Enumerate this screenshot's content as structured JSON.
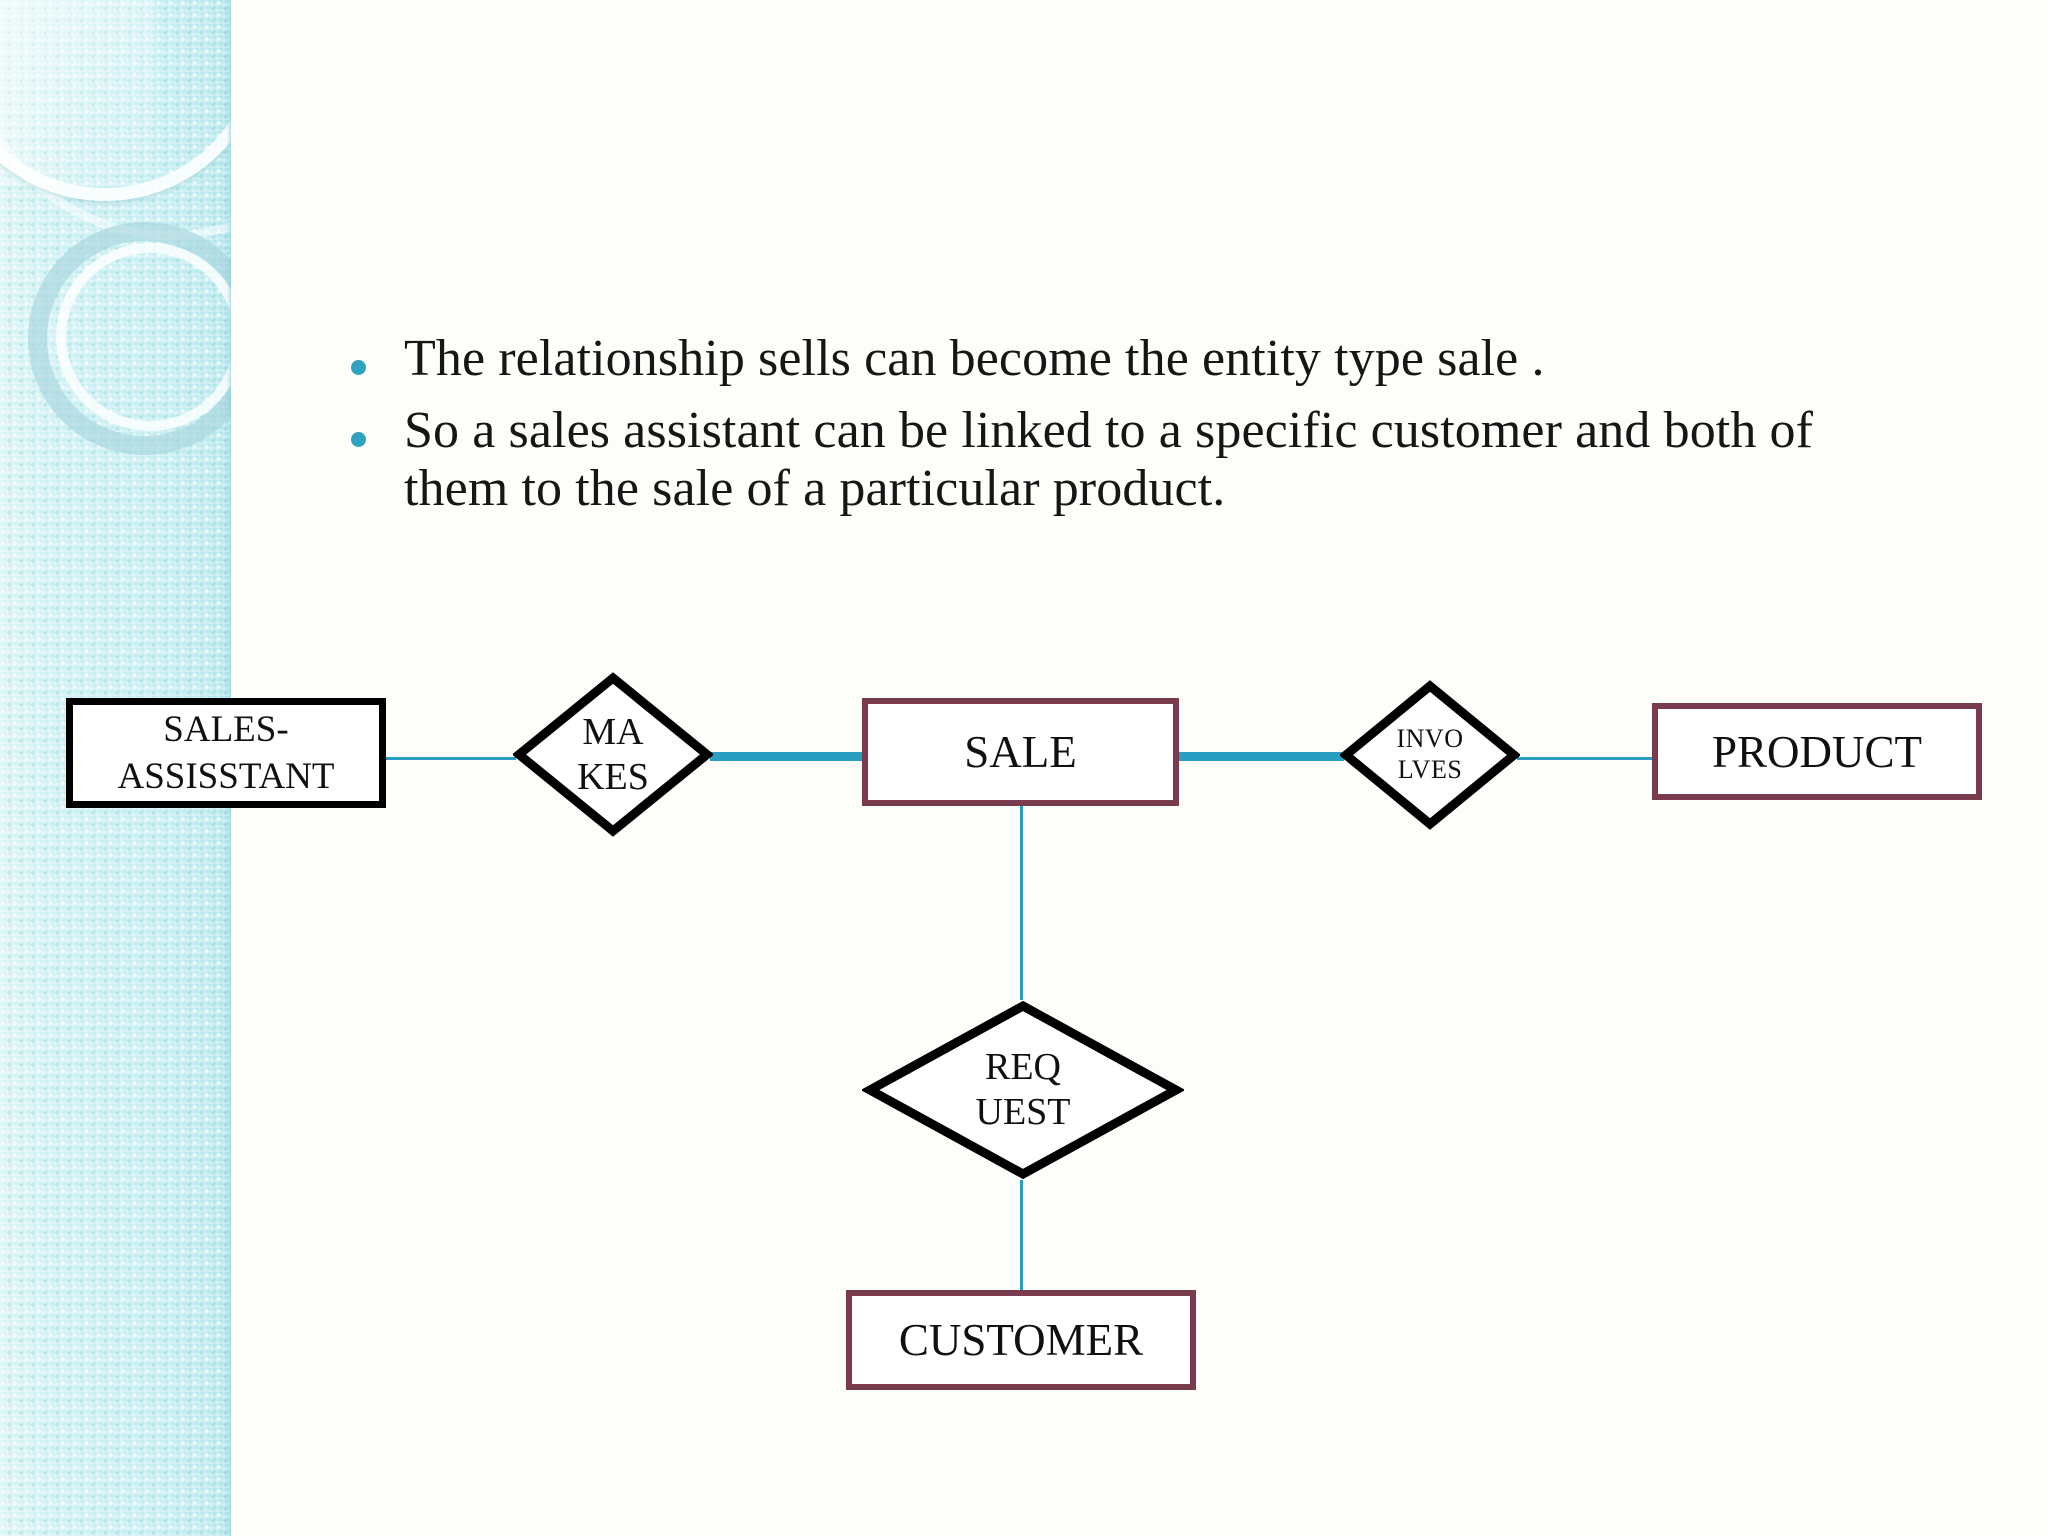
{
  "slide": {
    "background_color": "#fdfdfa",
    "sidebar": {
      "name": "decorative-sidebar",
      "base_color": "#c6eff2",
      "accent_color": "#a8d6dd"
    },
    "bullet_color": "#2FA3BD",
    "bullets": [
      "The relationship sells can become the entity type sale .",
      " So a sales assistant can be linked to a specific customer and both of them to the sale of a particular product."
    ]
  },
  "diagram": {
    "type": "entity-relationship",
    "edge_color": "#2A9EC0",
    "entity_black_border": "#000000",
    "entity_maroon_border": "#7B3B4E",
    "entities": [
      {
        "id": "sales-assisstant",
        "label_line1": "SALES-",
        "label_line2": "ASSISSTANT",
        "border": "black"
      },
      {
        "id": "sale",
        "label": "SALE",
        "border": "maroon"
      },
      {
        "id": "product",
        "label": "PRODUCT",
        "border": "maroon"
      },
      {
        "id": "customer",
        "label": "CUSTOMER",
        "border": "maroon"
      }
    ],
    "relationships": [
      {
        "id": "makes",
        "label_line1": "MA",
        "label_line2": "KES"
      },
      {
        "id": "involves",
        "label_line1": "INVO",
        "label_line2": "LVES"
      },
      {
        "id": "request",
        "label_line1": "REQ",
        "label_line2": "UEST"
      }
    ],
    "edges": [
      {
        "id": "sales-assisstant-to-makes",
        "from": "sales-assisstant",
        "to": "makes"
      },
      {
        "id": "makes-to-sale",
        "from": "makes",
        "to": "sale"
      },
      {
        "id": "sale-to-involves",
        "from": "sale",
        "to": "involves"
      },
      {
        "id": "involves-to-product",
        "from": "involves",
        "to": "product"
      },
      {
        "id": "sale-to-request",
        "from": "sale",
        "to": "request"
      },
      {
        "id": "request-to-customer",
        "from": "request",
        "to": "customer"
      }
    ]
  }
}
